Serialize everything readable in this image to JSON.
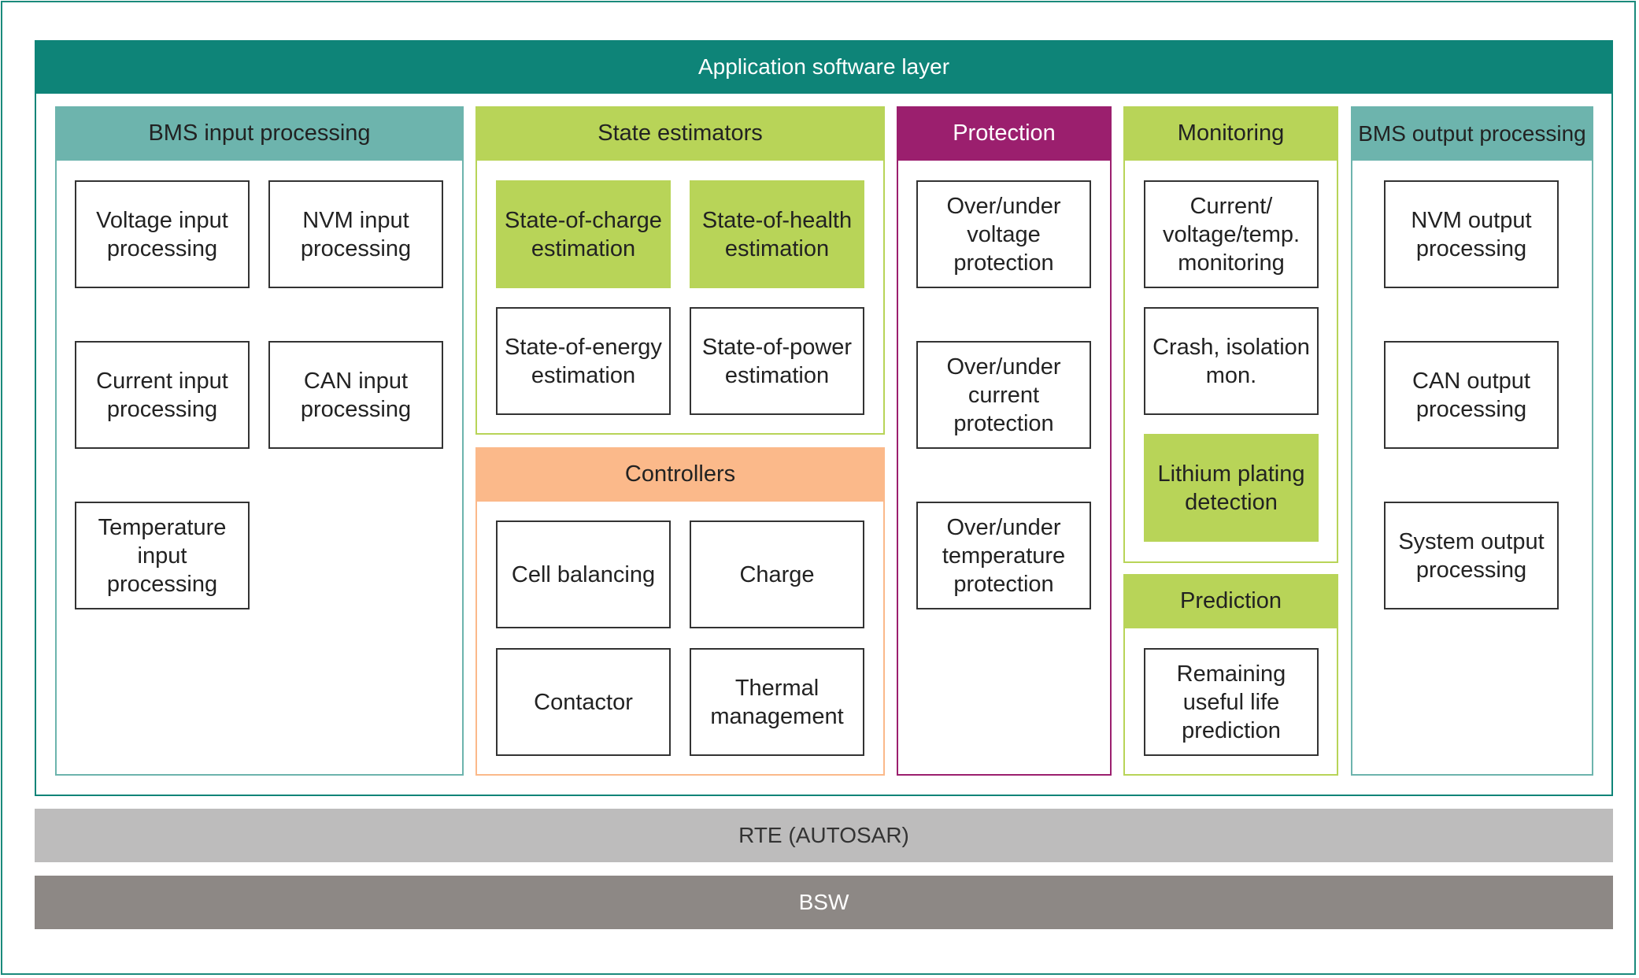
{
  "app_layer": {
    "title": "Application software layer"
  },
  "bms_input": {
    "title": "BMS input processing",
    "items": [
      "Voltage input processing",
      "NVM input processing",
      "Current input processing",
      "CAN input processing",
      "Temperature input processing"
    ]
  },
  "state_estimators": {
    "title": "State estimators",
    "items": [
      "State-of-charge estimation",
      "State-of-health estimation",
      "State-of-energy estimation",
      "State-of-power estimation"
    ]
  },
  "controllers": {
    "title": "Controllers",
    "items": [
      "Cell balancing",
      "Charge",
      "Contactor",
      "Thermal management"
    ]
  },
  "protection": {
    "title": "Protection",
    "items": [
      "Over/under voltage protection",
      "Over/under current protection",
      "Over/under temperature protection"
    ]
  },
  "monitoring": {
    "title": "Monitoring",
    "items": [
      "Current/ voltage/temp. monitoring",
      "Crash, isolation mon.",
      "Lithium plating detection"
    ]
  },
  "prediction": {
    "title": "Prediction",
    "items": [
      "Remaining useful life prediction"
    ]
  },
  "bms_output": {
    "title": "BMS output processing",
    "items": [
      "NVM output processing",
      "CAN output processing",
      "System output processing"
    ]
  },
  "rte": {
    "label": "RTE (AUTOSAR)"
  },
  "bsw": {
    "label": "BSW"
  },
  "colors": {
    "app_layer": "#0e8478",
    "bms_io": "#6db4ad",
    "state_green": "#b8d458",
    "controllers": "#fbb98a",
    "protection": "#9b1f6e",
    "rte": "#bdbcbc",
    "bsw": "#8d8885"
  }
}
